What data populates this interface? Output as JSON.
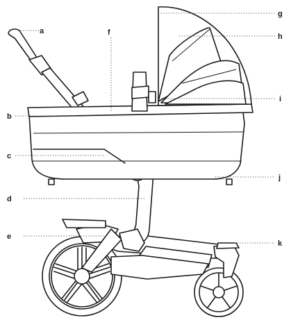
{
  "diagram": {
    "labels": {
      "a": "a",
      "b": "b",
      "c": "c",
      "d": "d",
      "e": "e",
      "f": "f",
      "g": "g",
      "h": "h",
      "i": "i",
      "j": "j",
      "k": "k"
    },
    "colors": {
      "ink": "#1a1a1a",
      "leader": "#555555",
      "background": "#ffffff"
    }
  }
}
